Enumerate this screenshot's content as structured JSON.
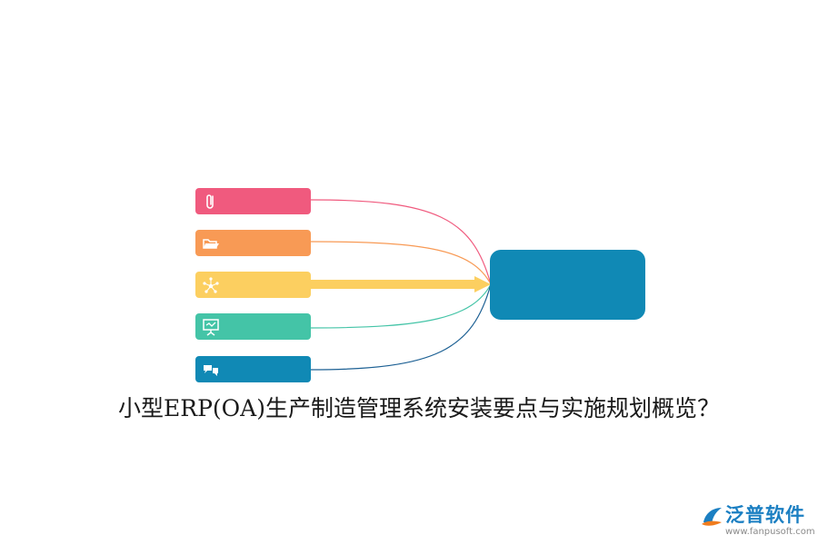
{
  "diagram": {
    "branches": [
      {
        "name": "paperclip-icon",
        "color": "#f05a7e"
      },
      {
        "name": "folder-icon",
        "color": "#f89a55"
      },
      {
        "name": "network-icon",
        "color": "#fccf60"
      },
      {
        "name": "presentation-board-icon",
        "color": "#44c4a7"
      },
      {
        "name": "chat-bubbles-icon",
        "color": "#1089b5"
      }
    ],
    "center_color": "#1089b5",
    "highlight_branch_color": "#fccf60"
  },
  "caption": {
    "text": "小型ERP(OA)生产制造管理系统安装要点与实施规划概览？"
  },
  "logo": {
    "name": "泛普软件",
    "url": "www.fanpusoft.com",
    "text_color": "#1b7fc2",
    "url_color": "#8a8a8a"
  }
}
